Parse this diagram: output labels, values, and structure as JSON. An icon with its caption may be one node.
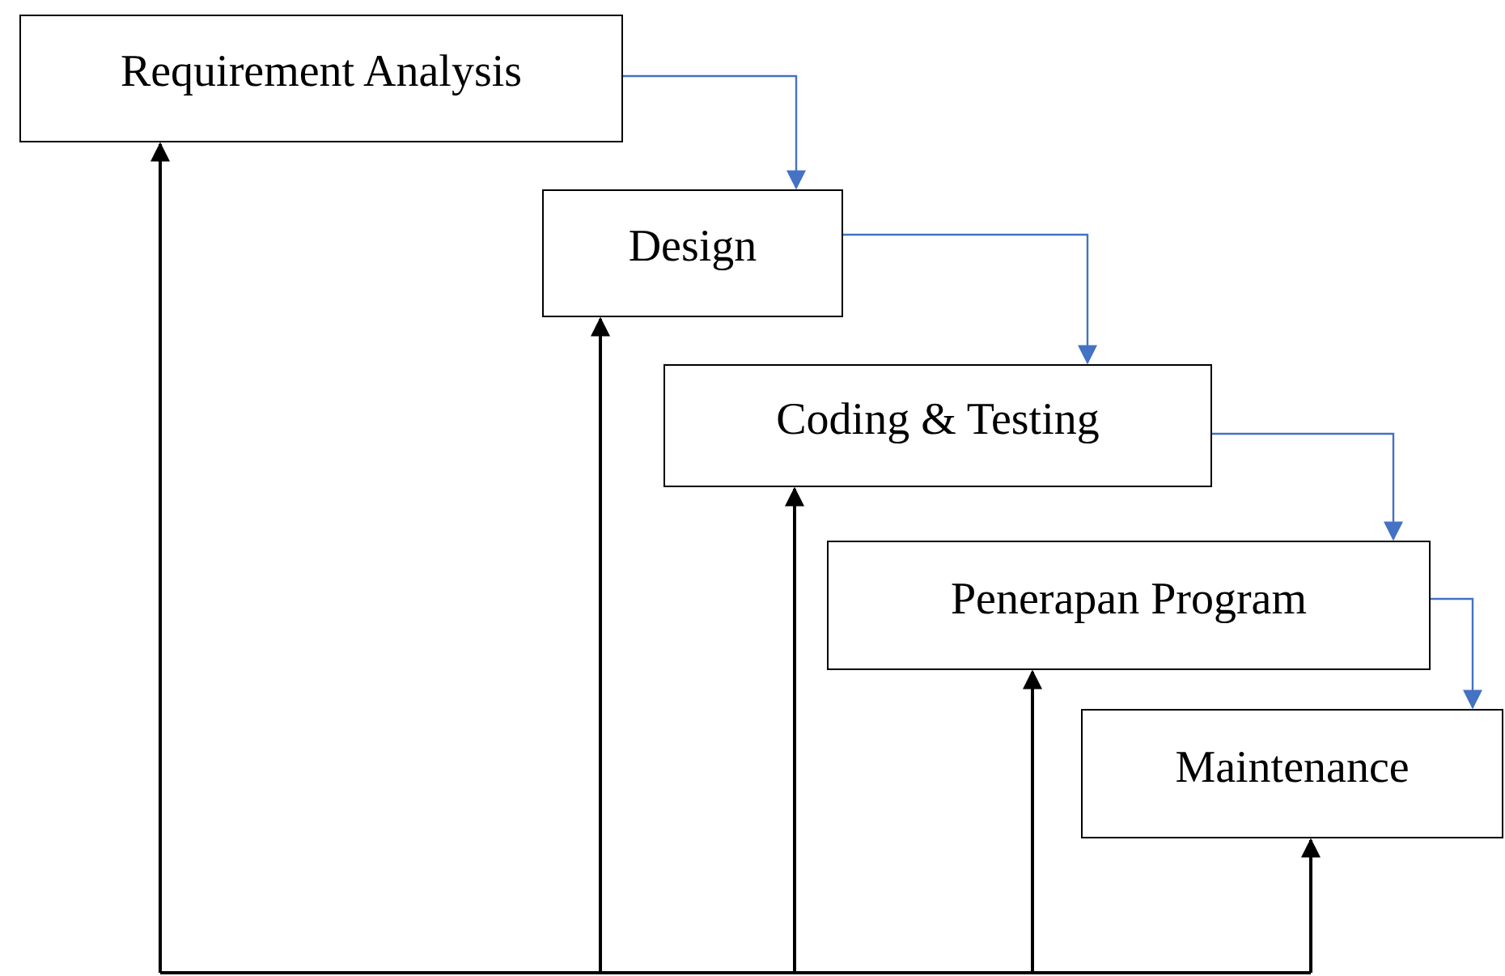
{
  "diagram": {
    "nodes": [
      {
        "text": [
          "Requirement Analysis"
        ]
      },
      {
        "text": [
          "Design"
        ]
      },
      {
        "text": [
          "Coding & Testing"
        ]
      },
      {
        "text": [
          "Penerapan Program"
        ]
      },
      {
        "text": [
          "Maintenance"
        ]
      }
    ],
    "edges": [
      {
        "from": 0,
        "to": 1,
        "arrow": "to",
        "color": "#4472c4"
      },
      {
        "from": 1,
        "to": 2,
        "arrow": "to",
        "color": "#4472c4"
      },
      {
        "from": 2,
        "to": 3,
        "arrow": "to",
        "color": "#4472c4"
      },
      {
        "from": 3,
        "to": 4,
        "arrow": "to",
        "color": "#4472c4"
      },
      {
        "from": null,
        "to": 0,
        "arrow": "to"
      },
      {
        "from": null,
        "to": 1,
        "arrow": "to"
      },
      {
        "from": null,
        "to": 2,
        "arrow": "to"
      },
      {
        "from": null,
        "to": 3,
        "arrow": "to"
      },
      {
        "from": null,
        "to": 4,
        "arrow": "to"
      }
    ]
  }
}
